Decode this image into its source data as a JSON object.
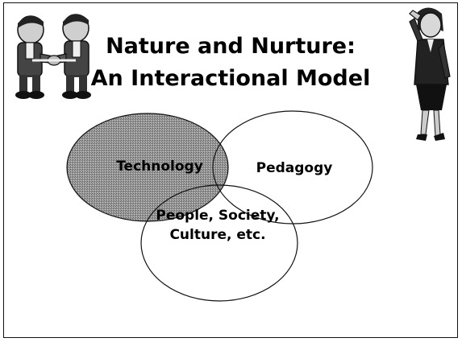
{
  "title": {
    "line1": "Nature and Nurture:",
    "line2": "An Interactional Model"
  },
  "venn": {
    "circles": [
      {
        "label": "Technology",
        "fill": "#8c8c8c"
      },
      {
        "label": "Pedagogy",
        "fill": "none"
      },
      {
        "label": "People, Society, Culture, etc.",
        "fill": "none"
      }
    ]
  },
  "clipart": {
    "left": "two-men-shaking-hands-icon",
    "right": "businesswoman-saluting-icon"
  },
  "colors": {
    "background": "#ffffff",
    "technology_fill": "#8c8c8c",
    "outline": "#000000"
  }
}
